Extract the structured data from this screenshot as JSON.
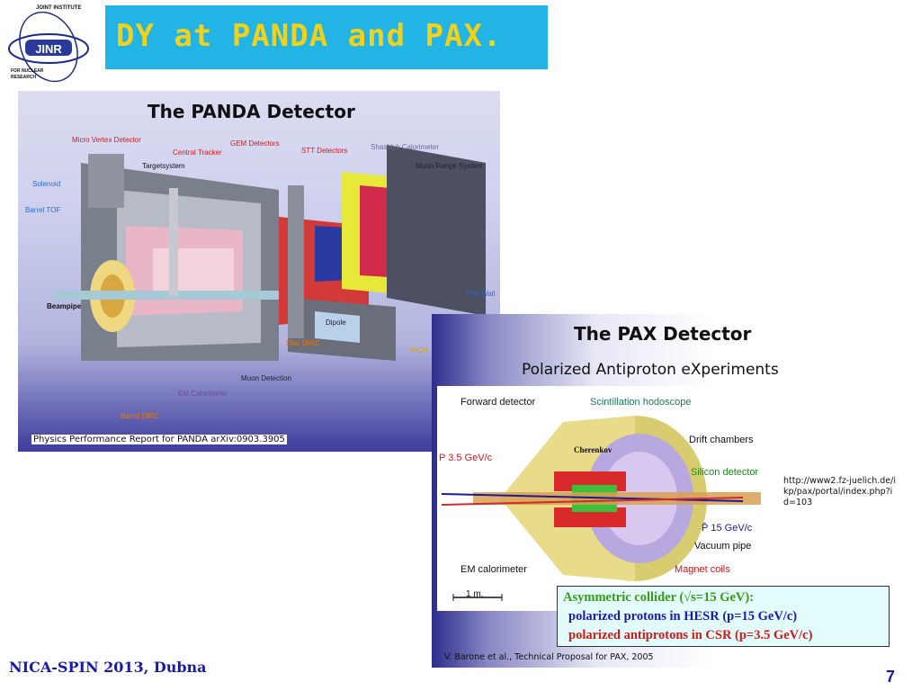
{
  "logo": {
    "line1": "JOINT INSTITUTE",
    "name": "JINR",
    "line2": "FOR NUCLEAR",
    "line3": "RESEARCH"
  },
  "title": "DY at PANDA and PAX.",
  "panda": {
    "title": "The PANDA Detector",
    "labels": {
      "micro_vertex": "Micro Vertex Detector",
      "central_tracker": "Central Tracker",
      "gem": "GEM Detectors",
      "stt": "STT Detectors",
      "shashlyk": "Shashlyk Calorimeter",
      "muon_range": "Muon Range System",
      "targetsystem": "Targetsystem",
      "solenoid": "Solenoid",
      "barrel_tof": "Barrel TOF",
      "beampipe": "Beampipe",
      "tof_wall": "TOF Wall",
      "dipole": "Dipole",
      "rich": "RICH",
      "disc_dirc": "Disc DIRC",
      "muon_detection": "Muon Detection",
      "em_calorimeter": "EM Calorimeter",
      "barrel_dirc": "Barrel DIRC"
    },
    "caption": "Physics Performance Report for PANDA arXiv:0903.3905"
  },
  "pax": {
    "title": "The PAX Detector",
    "subtitle": "Polarized Antiproton eXperiments",
    "labels": {
      "forward_detector": "Forward detector",
      "scint": "Scintillation hodoscope",
      "cherenkov": "Cherenkov",
      "drift": "Drift chambers",
      "p35": "P 3.5 GeV/c",
      "silicon": "Silicon detector",
      "pbar15": "P̄ 15 GeV/c",
      "vacuum": "Vacuum pipe",
      "em_cal": "EM calorimeter",
      "magnet": "Magnet coils",
      "scale": "1 m."
    },
    "url": "http://www2.fz-juelich.de/ikp/pax/portal/index.php?id=103",
    "collider": {
      "line1": "Asymmetric collider  (√s=15 GeV):",
      "line2": "polarized  protons in HESR (p=15 GeV/c)",
      "line3": "polarized antiprotons in CSR (p=3.5 GeV/c)"
    },
    "caption": "V. Barone et al., Technical Proposal for PAX, 2005"
  },
  "footer": "NICA-SPIN 2013,  Dubna",
  "page_number": "7",
  "colors": {
    "title_bg": "#22b4e4",
    "title_text": "#f2d11a",
    "footer": "#1a1aa8",
    "collider_green": "#3a9a1a",
    "collider_blue": "#1a1ab0",
    "collider_red": "#d01a1a"
  }
}
